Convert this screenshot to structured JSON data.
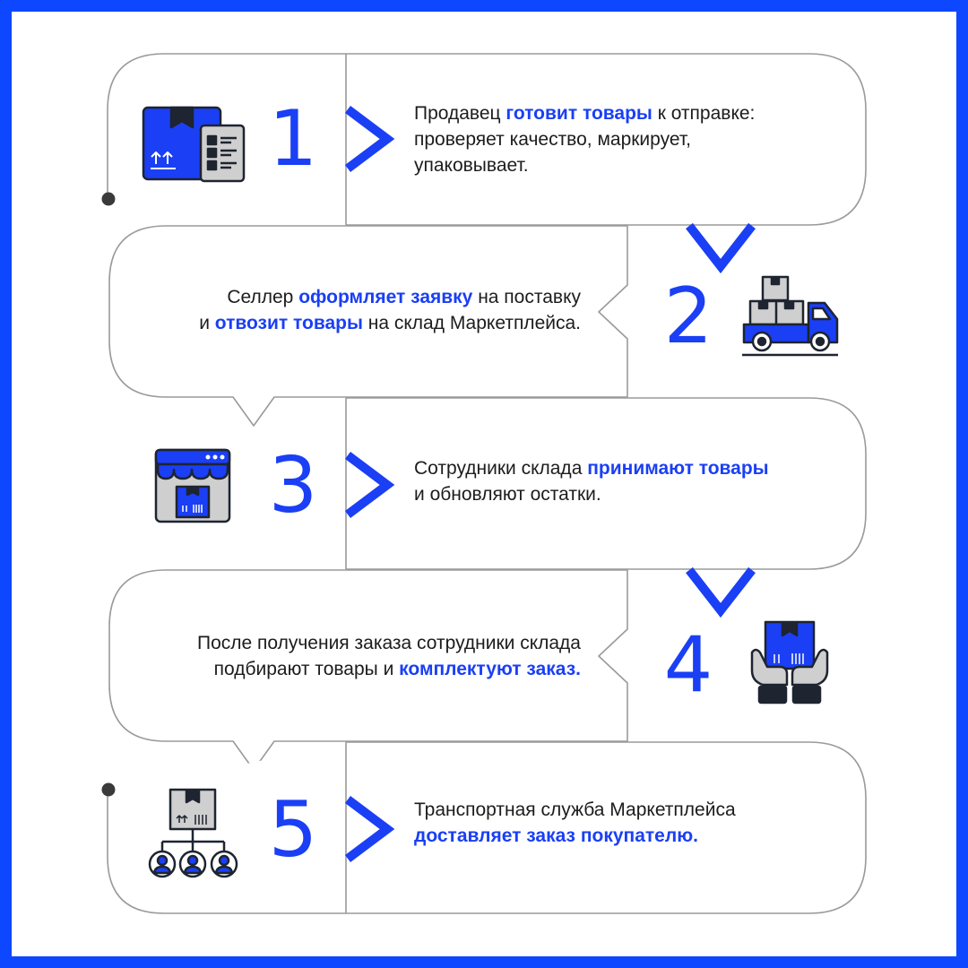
{
  "theme": {
    "accent": "#1a3ff5",
    "frame": "#0d47ff",
    "outline": "#9a9a9a",
    "icon_dark": "#1e2430",
    "icon_gray": "#cfcfcf",
    "text": "#1c1c1c"
  },
  "steps": [
    {
      "number": "1",
      "icon": "box-with-checklist-icon",
      "text": {
        "l1a": "Продавец ",
        "l1b": "готовит товары",
        "l1c": " к отправке:",
        "l2": "проверяет качество, маркирует,",
        "l3": "упаковывает."
      }
    },
    {
      "number": "2",
      "icon": "delivery-truck-icon",
      "text": {
        "l1a": "Селлер ",
        "l1b": "оформляет заявку",
        "l1c": " на поставку",
        "l2a": "и ",
        "l2b": "отвозит товары",
        "l2c": " на склад Маркетплейса."
      }
    },
    {
      "number": "3",
      "icon": "warehouse-store-icon",
      "text": {
        "l1a": "Сотрудники склада ",
        "l1b": "принимают товары",
        "l2": "и обновляют остатки."
      }
    },
    {
      "number": "4",
      "icon": "hands-holding-box-icon",
      "text": {
        "l1": "После получения заказа сотрудники склада",
        "l2a": "подбирают товары и ",
        "l2b": "комплектуют заказ."
      }
    },
    {
      "number": "5",
      "icon": "box-to-customers-icon",
      "text": {
        "l1": "Транспортная служба Маркетплейса",
        "l2": "доставляет заказ покупателю."
      }
    }
  ]
}
